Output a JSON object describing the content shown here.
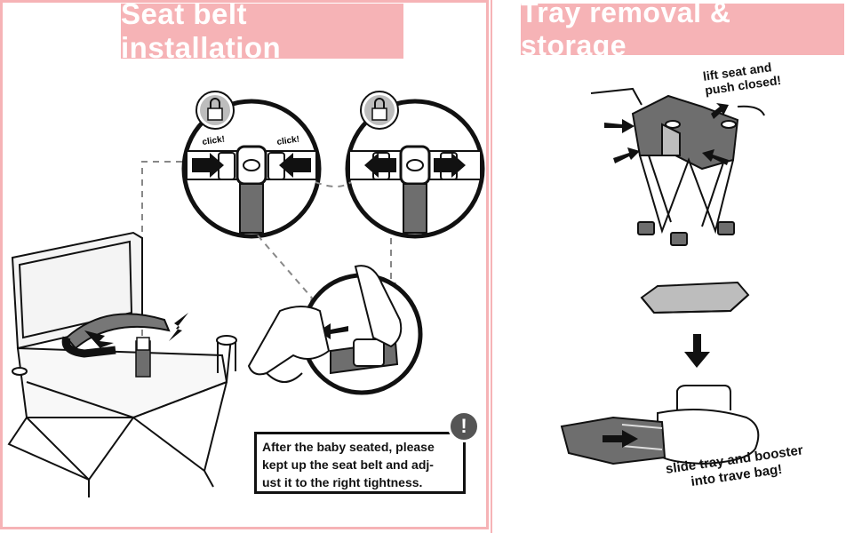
{
  "left_section": {
    "title": "Seat belt installation",
    "click_left": "click!",
    "click_right": "click!",
    "note_lines": [
      "After the baby seated, please",
      "kept up the seat belt and adj-",
      "ust it to the right tightness."
    ],
    "alert_symbol": "!",
    "icons": [
      "lock-icon",
      "unlock-icon",
      "alert-icon"
    ]
  },
  "right_section": {
    "title": "Tray removal & storage",
    "caption_top_lines": [
      "lift seat and",
      "push closed!"
    ],
    "caption_bottom_lines": [
      "slide tray and booster",
      "into trave bag!"
    ]
  },
  "colors": {
    "accent_pink": "#f6b3b6",
    "ink": "#111111",
    "strap_gray": "#6e6e6e"
  }
}
